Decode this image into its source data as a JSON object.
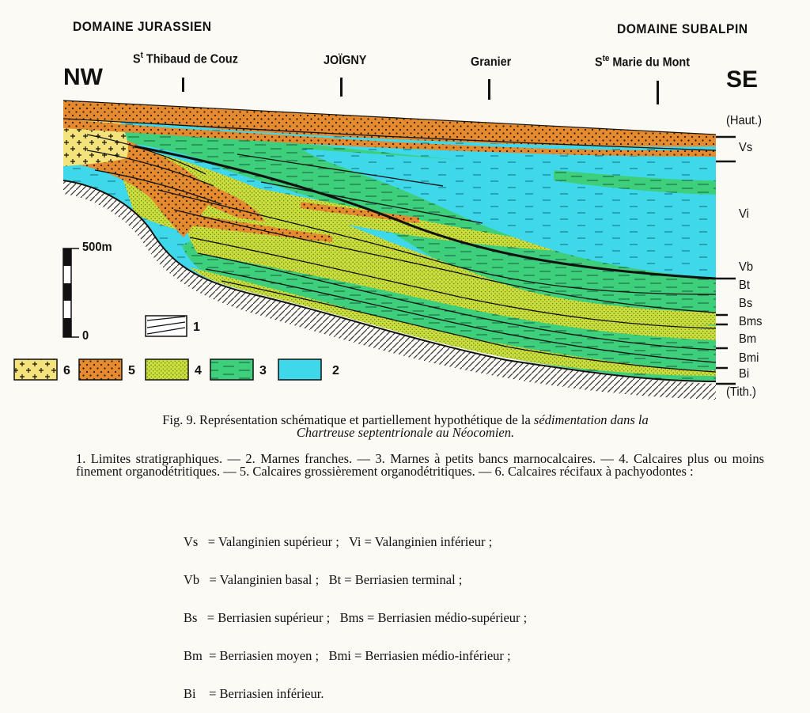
{
  "header": {
    "domain_left": "DOMAINE JURASSIEN",
    "domain_right": "DOMAINE SUBALPIN",
    "dir_left": "NW",
    "dir_right": "SE"
  },
  "locations": [
    {
      "pre": "S",
      "sup": "t",
      "post": " Thibaud de Couz"
    },
    {
      "pre": "JOÏGNY",
      "sup": "",
      "post": ""
    },
    {
      "pre": "Granier",
      "sup": "",
      "post": ""
    },
    {
      "pre": "S",
      "sup": "te",
      "post": " Marie du Mont"
    }
  ],
  "right_labels": [
    "(Haut.)",
    "Vs",
    "Vi",
    "Vb",
    "Bt",
    "Bs",
    "Bms",
    "Bm",
    "Bmi",
    "Bi",
    "(Tith.)"
  ],
  "scale": {
    "top_label": "500m",
    "bottom_label": "0"
  },
  "legend": {
    "line_item": "1",
    "items": [
      {
        "num": "6",
        "pattern": "reef",
        "color": "#f3e37a"
      },
      {
        "num": "5",
        "pattern": "coarse",
        "color": "#e58a2e"
      },
      {
        "num": "4",
        "pattern": "fine",
        "color": "#c9dd3c"
      },
      {
        "num": "3",
        "pattern": "banded",
        "color": "#3ecf7c"
      },
      {
        "num": "2",
        "pattern": "marl",
        "color": "#3fd8ea"
      }
    ]
  },
  "colors": {
    "coarse_limestone": "#e58a2e",
    "fine_limestone": "#c9dd3c",
    "marl_beds": "#3ecf7c",
    "marl": "#3fd8ea",
    "reef": "#f3e37a"
  },
  "caption": {
    "fig": "Fig. 9.",
    "text_plain": " Représentation schématique et partiellement hypothétique de la ",
    "text_italic_1": "sédimentation dans la",
    "text_italic_2": "Chartreuse septentrionale au Néocomien."
  },
  "legend_text": "1. Limites stratigraphiques. — 2. Marnes franches. — 3. Marnes à petits bancs marnocalcaires. — 4. Calcaires plus ou moins finement organodétritiques. — 5. Calcaires grossièrement organodétritiques. — 6. Calcaires récifaux à pachyodontes :",
  "abbreviations": [
    "Vs   = Valanginien supérieur ;   Vi = Valanginien inférieur ;",
    "Vb   = Valanginien basal ;   Bt = Berriasien terminal ;",
    "Bs   = Berriasien supérieur ;   Bms = Berriasien médio-supérieur ;",
    "Bm  = Berriasien moyen ;   Bmi = Berriasien médio-inférieur ;",
    "Bi    = Berriasien inférieur."
  ]
}
